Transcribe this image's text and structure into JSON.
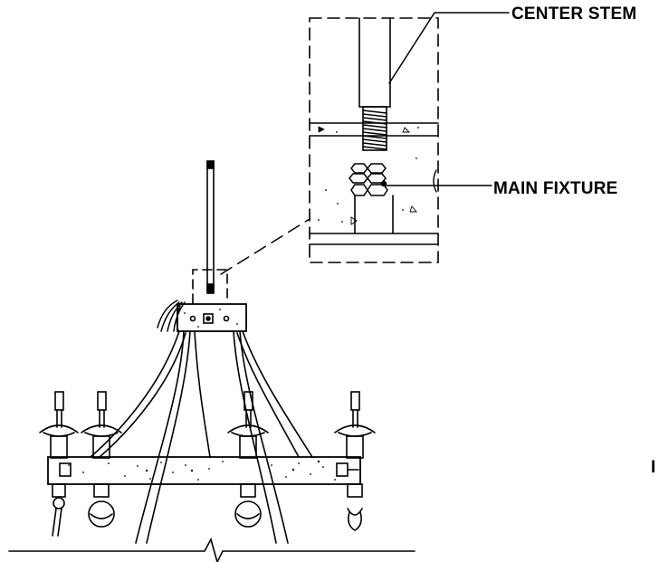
{
  "callouts": {
    "center_stem": "CENTER STEM",
    "main_fixture": "MAIN FIXTURE",
    "edge_mark": "I"
  },
  "colors": {
    "ink": "#000000",
    "paper": "#ffffff"
  }
}
